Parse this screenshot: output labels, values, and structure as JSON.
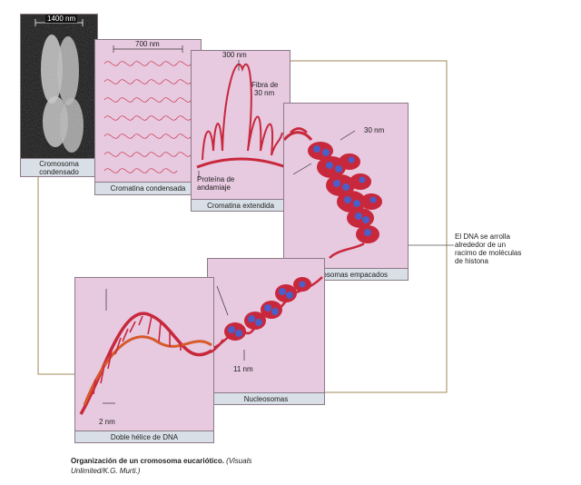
{
  "panels": {
    "condensed_chromosome": {
      "caption_line1": "Cromosoma",
      "caption_line2": "condensado",
      "scale": "1400 nm"
    },
    "condensed_chromatin": {
      "caption": "Cromatina condensada",
      "scale": "700 nm"
    },
    "extended_chromatin": {
      "caption": "Cromatina extendida",
      "scale": "300 nm",
      "fiber_line1": "Fibra de",
      "fiber_line2": "30 nm",
      "scaffold_line1": "Proteína de",
      "scaffold_line2": "andamiaje"
    },
    "packed_nucleosomes": {
      "caption": "Nucleosomas empacados",
      "scale": "30 nm"
    },
    "nucleosomes": {
      "caption": "Nucleosomas",
      "scale": "11 nm"
    },
    "dna_helix": {
      "caption": "Doble hélice de DNA",
      "scale": "2 nm"
    }
  },
  "side_note": {
    "line1": "El DNA se arrolla",
    "line2": "alrededor de un",
    "line3": "racimo de moléculas",
    "line4": "de histona"
  },
  "figure_caption": {
    "title": "Organización de un cromosoma eucariótico.",
    "credit_line1": "(Visuals",
    "credit_line2": "Unlimited/K.G. Murti.)"
  },
  "colors": {
    "panel_bg": "#e7c9e0",
    "caption_bg": "#d8dfe6",
    "chromatin_red": "#c8283c",
    "histone_blue": "#4a5fc8",
    "frame_line": "#a08a5a"
  }
}
